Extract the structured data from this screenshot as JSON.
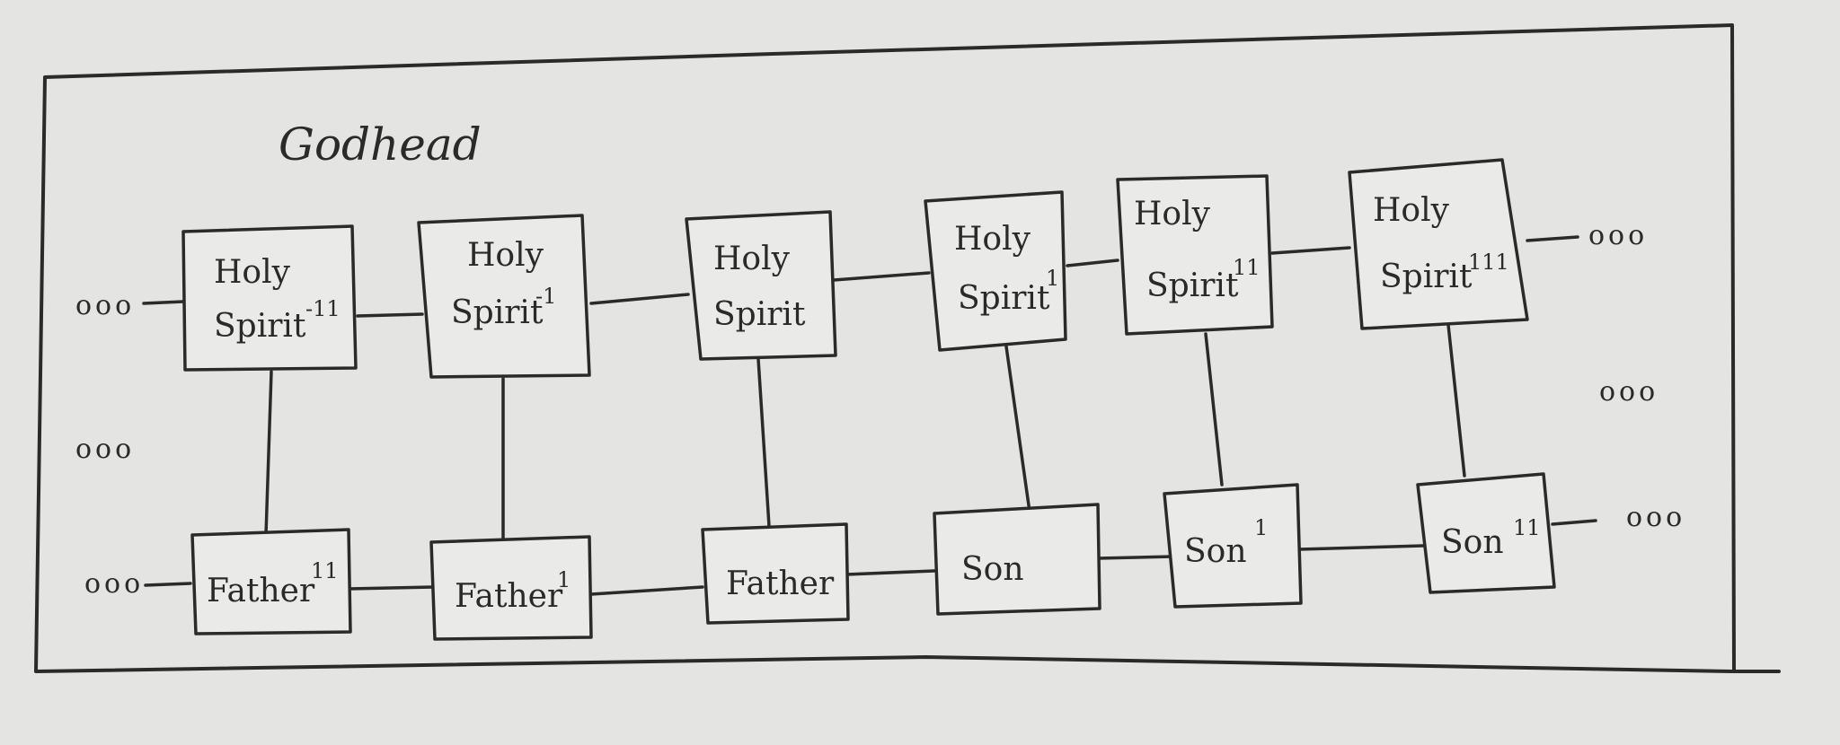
{
  "diagram": {
    "title": "Godhead",
    "ellipsis": "ooo",
    "top_row": [
      {
        "label": [
          "Holy",
          "Spirit"
        ],
        "sup": "-11"
      },
      {
        "label": [
          "Holy",
          "Spirit"
        ],
        "sup": "-1"
      },
      {
        "label": [
          "Holy",
          "Spirit"
        ],
        "sup": ""
      },
      {
        "label": [
          "Holy",
          "Spirit"
        ],
        "sup": "1"
      },
      {
        "label": [
          "Holy",
          "Spirit"
        ],
        "sup": "11"
      },
      {
        "label": [
          "Holy",
          "Spirit"
        ],
        "sup": "111"
      }
    ],
    "bottom_row": [
      {
        "label": "Father",
        "sup": "11"
      },
      {
        "label": "Father",
        "sup": "1"
      },
      {
        "label": "Father",
        "sup": ""
      },
      {
        "label": "Son",
        "sup": ""
      },
      {
        "label": "Son",
        "sup": "1"
      },
      {
        "label": "Son",
        "sup": "11"
      }
    ]
  }
}
